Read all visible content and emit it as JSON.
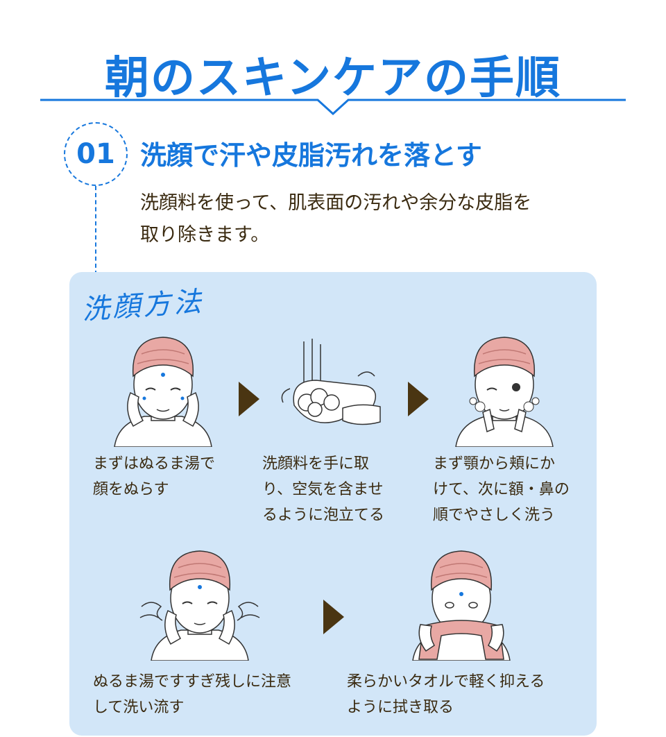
{
  "header": {
    "title": "朝のスキンケアの手順"
  },
  "step": {
    "number": "01",
    "heading": "洗顔で汗や皮脂汚れを落とす",
    "description_line1": "洗顔料を使って、肌表面の汚れや余分な皮脂を",
    "description_line2": "取り除きます。"
  },
  "method": {
    "title": "洗顔方法",
    "steps": [
      {
        "line1": "まずはぬるま湯で",
        "line2": "顔をぬらす"
      },
      {
        "line1": "洗顔料を手に取",
        "line2": "り、空気を含ませ",
        "line3": "るように泡立てる"
      },
      {
        "line1": "まず顎から頬にか",
        "line2": "けて、次に額・鼻の",
        "line3": "順でやさしく洗う"
      },
      {
        "line1": "ぬるま湯ですすぎ残しに注意",
        "line2": "して洗い流す"
      },
      {
        "line1": "柔らかいタオルで軽く抑える",
        "line2": "ように拭き取る"
      }
    ]
  },
  "colors": {
    "accent": "#1677dd",
    "panel": "#d2e6f8",
    "text": "#3a2a10",
    "towel": "#e8a8a4"
  },
  "icons": [
    "face-wet-icon",
    "hands-foam-icon",
    "face-washing-icon",
    "face-rinse-icon",
    "face-towel-icon",
    "next-arrow-icon"
  ]
}
